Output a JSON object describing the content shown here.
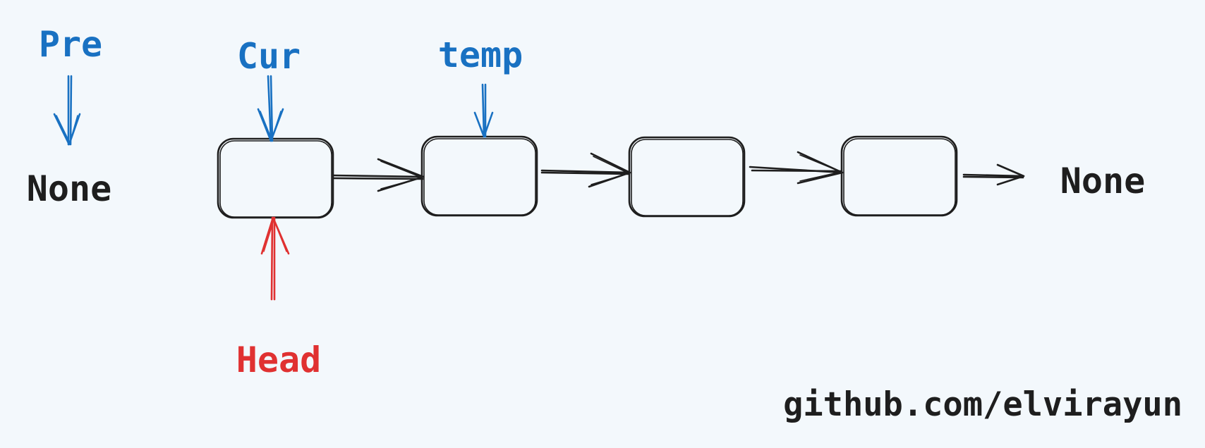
{
  "colors": {
    "background": "#f3f8fc",
    "ink": "#1e1e1e",
    "pointer_blue": "#1971c2",
    "head_red": "#e03131"
  },
  "pointers": {
    "pre": "Pre",
    "cur": "Cur",
    "temp": "temp",
    "head": "Head"
  },
  "none_left": "None",
  "none_right": "None",
  "watermark": "github.com/elvirayun"
}
